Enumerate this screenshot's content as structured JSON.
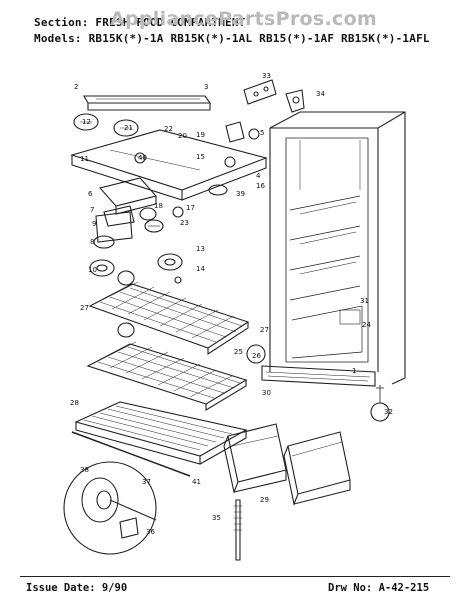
{
  "header": {
    "section": "Section: FRESH FOOD COMPARTMENT",
    "models": "Models: RB15K(*)-1A  RB15K(*)-1AL  RB15(*)-1AF  RB15K(*)-1AFL"
  },
  "watermark": "AppliancePartsPros.com",
  "callouts": [
    "2",
    "3",
    "33",
    "34",
    "12",
    "21",
    "22",
    "20",
    "19",
    "11",
    "40",
    "15",
    "5",
    "4",
    "16",
    "6",
    "7",
    "39",
    "18",
    "17",
    "9",
    "23",
    "8",
    "13",
    "10",
    "14",
    "27",
    "25",
    "27",
    "24",
    "31",
    "26",
    "30",
    "32",
    "28",
    "38",
    "37",
    "41",
    "29",
    "35",
    "36",
    "1"
  ],
  "footer": {
    "issue_date": "Issue Date: 9/90",
    "drawing_no": "Drw No: A-42-215"
  }
}
